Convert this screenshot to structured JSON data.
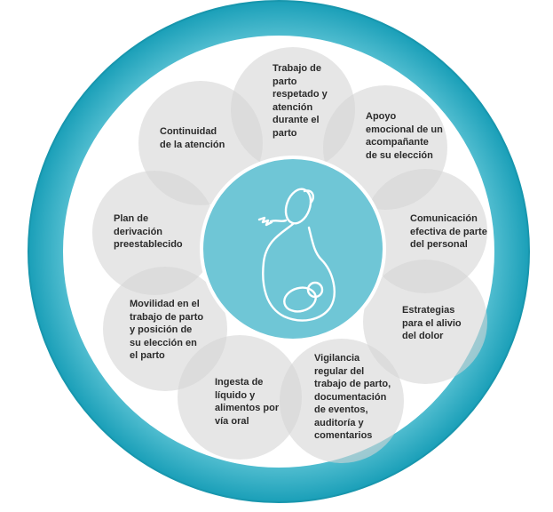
{
  "title_top": "RECURSOS FÍSICOS ESENCIALES",
  "title_bottom": "PERSONAL COMPETENTE Y MOTIVADO",
  "center_icon": "pregnant-woman-icon",
  "colors": {
    "ring": "#2bb2c9",
    "ring_dark": "#1896ad",
    "center": "#6fc6d6",
    "petal": "#d6d6d6",
    "text": "#2b2b2b",
    "title_text": "#ffffff"
  },
  "petals": [
    {
      "key": "top",
      "text": "Trabajo de\nparto\nrespetado y\natención\ndurante el\nparto"
    },
    {
      "key": "top_right",
      "text": "Apoyo\nemocional de un\nacompañante\nde su elección"
    },
    {
      "key": "right",
      "text": "Comunicación\nefectiva de parte\ndel personal"
    },
    {
      "key": "bottom_right",
      "text": "Estrategias\npara el alivio\ndel dolor"
    },
    {
      "key": "bottom",
      "text": "Vigilancia\nregular del\ntrabajo de parto,\ndocumentación\nde eventos,\nauditoría y\ncomentarios"
    },
    {
      "key": "bottom_left",
      "text": "Ingesta de\nlíquido y\nalimentos por\nvía oral"
    },
    {
      "key": "left_lower",
      "text": "Movilidad en el\ntrabajo de parto\ny posición de\nsu elección en\nel parto"
    },
    {
      "key": "left",
      "text": "Plan de\nderivación\npreestablecido"
    },
    {
      "key": "top_left",
      "text": "Continuidad\nde la atención"
    }
  ]
}
